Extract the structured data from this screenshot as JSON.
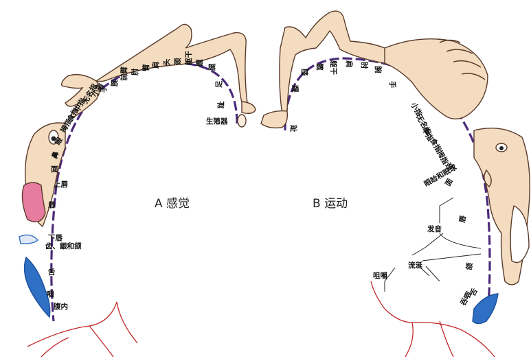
{
  "figure": {
    "panel_a_title": "A 感觉",
    "panel_b_title": "B 运动"
  },
  "sensory_labels": [
    {
      "text": "生殖器",
      "name": "sensory-label-genitals"
    },
    {
      "text": "趾",
      "name": "sensory-label-toes"
    },
    {
      "text": "足",
      "name": "sensory-label-foot"
    },
    {
      "text": "腿",
      "name": "sensory-label-leg"
    },
    {
      "text": "髋",
      "name": "sensory-label-hip"
    },
    {
      "text": "躯干",
      "name": "sensory-label-trunk"
    },
    {
      "text": "颈",
      "name": "sensory-label-neck"
    },
    {
      "text": "头",
      "name": "sensory-label-head"
    },
    {
      "text": "肩",
      "name": "sensory-label-shoulder"
    },
    {
      "text": "臂",
      "name": "sensory-label-arm"
    },
    {
      "text": "肘",
      "name": "sensory-label-elbow"
    },
    {
      "text": "前臂",
      "name": "sensory-label-forearm"
    },
    {
      "text": "腕",
      "name": "sensory-label-wrist"
    },
    {
      "text": "手",
      "name": "sensory-label-hand"
    },
    {
      "text": "小指",
      "name": "sensory-label-little-finger"
    },
    {
      "text": "无名指",
      "name": "sensory-label-ring-finger"
    },
    {
      "text": "中指",
      "name": "sensory-label-middle-finger"
    },
    {
      "text": "食指",
      "name": "sensory-label-index-finger"
    },
    {
      "text": "拇指",
      "name": "sensory-label-thumb"
    },
    {
      "text": "眼",
      "name": "sensory-label-eye"
    },
    {
      "text": "鼻",
      "name": "sensory-label-nose"
    },
    {
      "text": "面",
      "name": "sensory-label-face"
    },
    {
      "text": "上唇",
      "name": "sensory-label-upper-lip"
    },
    {
      "text": "唇",
      "name": "sensory-label-lips"
    },
    {
      "text": "下唇",
      "name": "sensory-label-lower-lip"
    },
    {
      "text": "齿、龈和颌",
      "name": "sensory-label-teeth-gums-jaw"
    },
    {
      "text": "舌",
      "name": "sensory-label-tongue"
    },
    {
      "text": "咽",
      "name": "sensory-label-pharynx"
    },
    {
      "text": "腹内",
      "name": "sensory-label-intra-abdominal"
    }
  ],
  "motor_labels": [
    {
      "text": "趾",
      "name": "motor-label-toes"
    },
    {
      "text": "踝",
      "name": "motor-label-ankle"
    },
    {
      "text": "膝",
      "name": "motor-label-knee"
    },
    {
      "text": "髋",
      "name": "motor-label-hip"
    },
    {
      "text": "躯干",
      "name": "motor-label-trunk"
    },
    {
      "text": "肩",
      "name": "motor-label-shoulder"
    },
    {
      "text": "肘",
      "name": "motor-label-elbow"
    },
    {
      "text": "腕",
      "name": "motor-label-wrist"
    },
    {
      "text": "手",
      "name": "motor-label-hand"
    },
    {
      "text": "小指",
      "name": "motor-label-little-finger"
    },
    {
      "text": "无名指",
      "name": "motor-label-ring-finger"
    },
    {
      "text": "中指",
      "name": "motor-label-middle-finger"
    },
    {
      "text": "食指",
      "name": "motor-label-index-finger"
    },
    {
      "text": "拇指",
      "name": "motor-label-thumb"
    },
    {
      "text": "颈",
      "name": "motor-label-neck"
    },
    {
      "text": "眼睑和眼球",
      "name": "motor-label-eyelid-eyeball"
    },
    {
      "text": "面",
      "name": "motor-label-face"
    },
    {
      "text": "唇",
      "name": "motor-label-lips"
    },
    {
      "text": "颌",
      "name": "motor-label-jaw"
    },
    {
      "text": "舌",
      "name": "motor-label-tongue"
    },
    {
      "text": "吞咽",
      "name": "motor-label-swallowing"
    }
  ],
  "annotations": {
    "vocalization": "发音",
    "salivation": "流涎",
    "mastication": "咀嚼"
  },
  "colors": {
    "cortex_line": "#4a2a7a",
    "skin": "#f3dcc0",
    "outline": "#5a3a2a",
    "lip": "#e87ca0",
    "tongue": "#2f6fc4",
    "vessel": "#c0282a"
  }
}
